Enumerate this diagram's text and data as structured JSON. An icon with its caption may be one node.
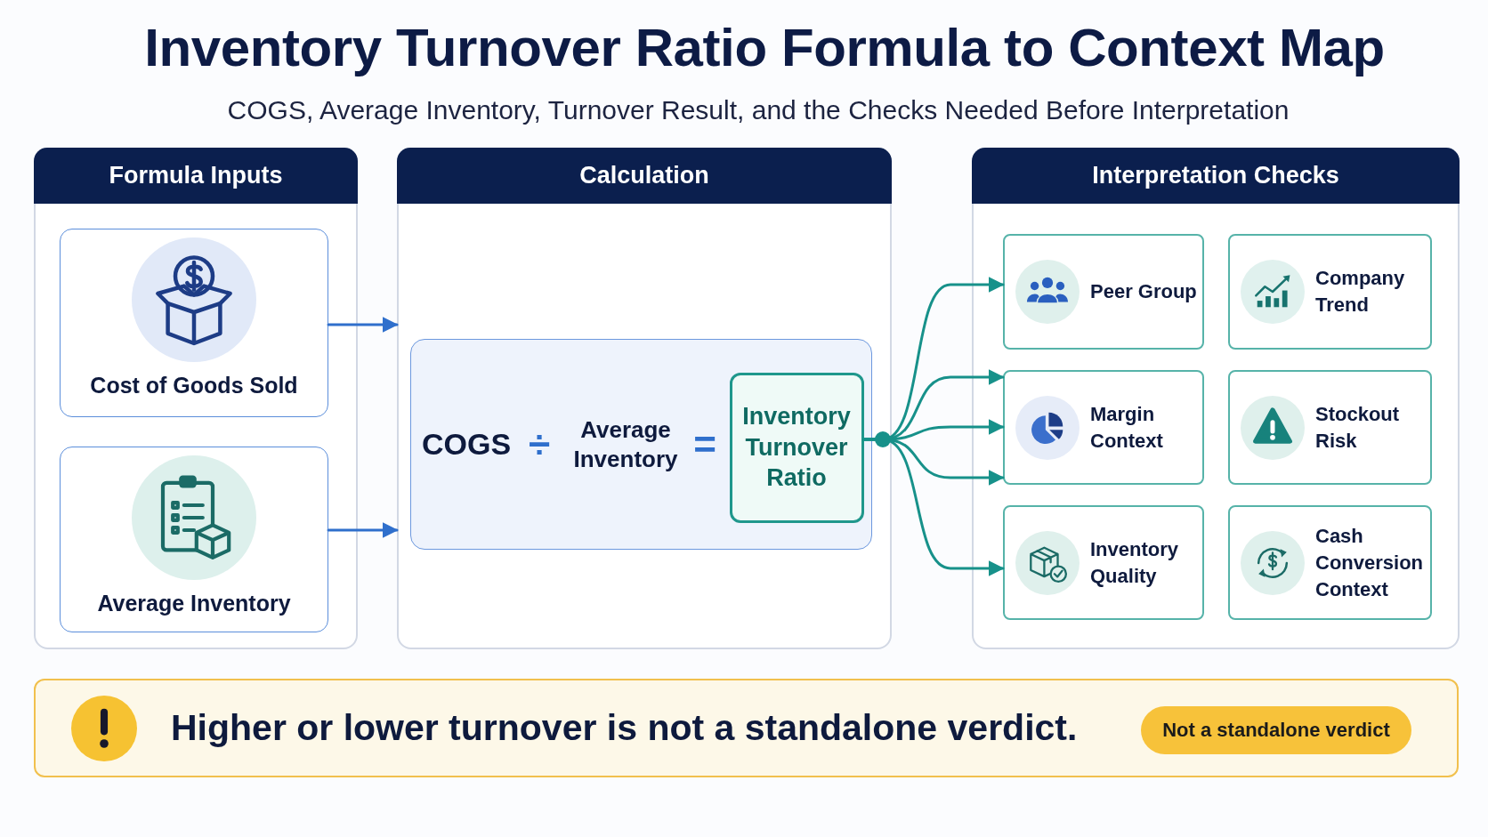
{
  "diagram": {
    "title": "Inventory Turnover Ratio Formula to Context Map",
    "nodes": [
      {
        "text": [
          "Formula Inputs"
        ]
      },
      {
        "text": [
          "Cost of Goods Sold"
        ],
        "in": 0
      },
      {
        "text": [
          "Average Inventory"
        ],
        "in": 0
      },
      {
        "text": [
          "Calculation"
        ]
      },
      {
        "text": [
          "COGS",
          "÷",
          "Average Inventory",
          "="
        ],
        "in": 3
      },
      {
        "text": [
          "Inventory Turnover Ratio"
        ],
        "in": 4
      },
      {
        "text": [
          "Interpretation Checks"
        ]
      },
      {
        "text": [
          "Peer Group"
        ],
        "in": 6
      },
      {
        "text": [
          "Company Trend"
        ],
        "in": 6
      },
      {
        "text": [
          "Margin Context"
        ],
        "in": 6
      },
      {
        "text": [
          "Stockout Risk"
        ],
        "in": 6
      },
      {
        "text": [
          "Inventory Quality"
        ],
        "in": 6
      },
      {
        "text": [
          "Cash Conversion Context"
        ],
        "in": 6
      },
      {
        "text": [
          "Higher or lower turnover is not a standalone verdict."
        ]
      },
      {
        "text": [
          "Not a standalone verdict"
        ],
        "in": 13
      }
    ],
    "edges": [
      {
        "from": 1,
        "to": 3,
        "arrow": "to",
        "color": "#2f6fcc"
      },
      {
        "from": 2,
        "to": 3,
        "arrow": "to",
        "color": "#2f6fcc"
      },
      {
        "from": 5,
        "to": 7,
        "arrow": "to"
      },
      {
        "from": 5,
        "to": 9,
        "arrow": "to"
      },
      {
        "from": 5,
        "to": 9,
        "arrow": "to"
      },
      {
        "from": 5,
        "to": 9,
        "arrow": "to"
      },
      {
        "from": 5,
        "to": 11,
        "arrow": "to"
      }
    ],
    "labels": [
      "COGS, Average Inventory, Turnover Result, and the Checks Needed Before Interpretation"
    ]
  }
}
